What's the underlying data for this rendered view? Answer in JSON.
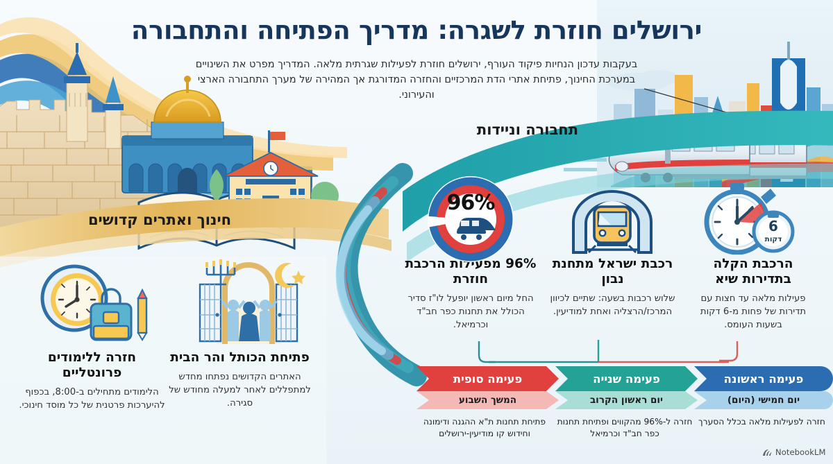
{
  "header": {
    "title": "ירושלים חוזרת לשגרה: מדריך הפתיחה והתחבורה",
    "subtitle": "בעקבות עדכון הנחיות פיקוד העורף, ירושלים חוזרת לפעילות שגרתית מלאה. המדריך מפרט את השינויים במערכת החינוך, פתיחת אתרי הדת המרכזיים והחזרה המדורגת אך המהירה של מערך התחבורה הארצי והעירוני."
  },
  "bands": {
    "education": {
      "title": "חינוך ואתרים קדושים"
    },
    "transport": {
      "title": "תחבורה וניידות"
    }
  },
  "education_cards": [
    {
      "title": "חזרה ללימודים פרונטליים",
      "body": "הלימודים מתחילים ב-8:00, בכפוף להיערכות פרטנית של כל מוסד חינוכי.",
      "icon": "clock-backpack-pencil-icon"
    },
    {
      "title": "פתיחת הכותל והר הבית",
      "body": "האתרים הקדושים נפתחו מחדש למתפללים לאחר למעלה מחודש של סגירה.",
      "icon": "arch-gate-menorah-crescent-icon"
    }
  ],
  "transport_cards": [
    {
      "title": "96% מפעילות הרכבת חוזרת",
      "body": "החל מיום ראשון יופעל לו\"ז סדיר הכולל את תחנות כפר חב\"ד וכרמיאל.",
      "icon": "train-donut-icon",
      "stat_value": "96%"
    },
    {
      "title": "רכבת ישראל מתחנת נבון",
      "body": "שלוש רכבות בשעה: שתיים לכיוון המרכז/הרצליה ואחת למודיעין.",
      "icon": "subway-tunnel-icon"
    },
    {
      "title": "הרכבת הקלה בתדירות שיא",
      "body": "פעילות מלאה עד חצות עם תדירות של פחות מ-6 דקות בשעות העומס.",
      "icon": "stopwatch-icon",
      "badge_value": "6",
      "badge_unit": "דקות"
    }
  ],
  "timeline": {
    "phases": [
      {
        "label": "פעימה ראשונה",
        "when": "יום חמישי (היום)",
        "description": "פתיחת תחנות ת\"א ההגנה ודימונה וחידוש קו מודיעין-ירושלים",
        "color": "#2c6cb0",
        "sub_color": "#a8d2ec"
      },
      {
        "label": "פעימה שנייה",
        "when": "יום ראשון הקרוב",
        "description": "חזרה ל-96% מהקווים ופתיחת תחנות כפר חב\"ד וכרמיאל",
        "color": "#24a295",
        "sub_color": "#a9ded7"
      },
      {
        "label": "פעימה סופית",
        "when": "המשך השבוע",
        "description": "חזרה לפעילות מלאה בכלל הסערך",
        "color": "#e0413f",
        "sub_color": "#f4b9b5"
      }
    ]
  },
  "watermark": {
    "text": "NotebookLM",
    "icon": "notebooklm-logo-icon"
  },
  "palette": {
    "title_blue": "#17365c",
    "band_gold": "#e2b85c",
    "teal": "#2aa8ac",
    "blue": "#2c6cb0",
    "red": "#e0413f",
    "bg": "#eef5f8"
  }
}
